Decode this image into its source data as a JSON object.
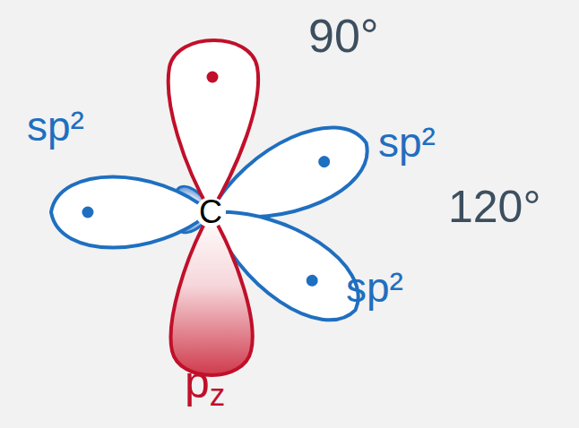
{
  "diagram": {
    "labels": [
      "90°",
      "sp²",
      "sp²",
      "C",
      "120°",
      "sp²",
      "pz"
    ]
  }
}
